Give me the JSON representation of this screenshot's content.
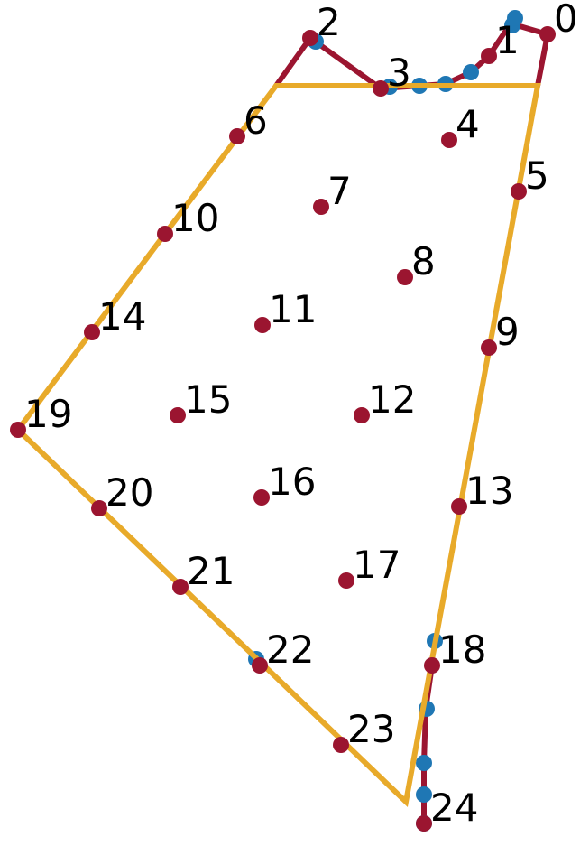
{
  "colors": {
    "background": "#ffffff",
    "boundary_path": "#9b1530",
    "hull_outline": "#e8aa2a",
    "node": "#9b1530",
    "extra_node": "#1f77b4",
    "label": "#000000"
  },
  "nodes": [
    {
      "id": "0",
      "label": "0"
    },
    {
      "id": "1",
      "label": "1"
    },
    {
      "id": "2",
      "label": "2"
    },
    {
      "id": "3",
      "label": "3"
    },
    {
      "id": "4",
      "label": "4"
    },
    {
      "id": "5",
      "label": "5"
    },
    {
      "id": "6",
      "label": "6"
    },
    {
      "id": "7",
      "label": "7"
    },
    {
      "id": "8",
      "label": "8"
    },
    {
      "id": "9",
      "label": "9"
    },
    {
      "id": "10",
      "label": "10"
    },
    {
      "id": "11",
      "label": "11"
    },
    {
      "id": "12",
      "label": "12"
    },
    {
      "id": "13",
      "label": "13"
    },
    {
      "id": "14",
      "label": "14"
    },
    {
      "id": "15",
      "label": "15"
    },
    {
      "id": "16",
      "label": "16"
    },
    {
      "id": "17",
      "label": "17"
    },
    {
      "id": "18",
      "label": "18"
    },
    {
      "id": "19",
      "label": "19"
    },
    {
      "id": "20",
      "label": "20"
    },
    {
      "id": "21",
      "label": "21"
    },
    {
      "id": "22",
      "label": "22"
    },
    {
      "id": "23",
      "label": "23"
    },
    {
      "id": "24",
      "label": "24"
    }
  ]
}
